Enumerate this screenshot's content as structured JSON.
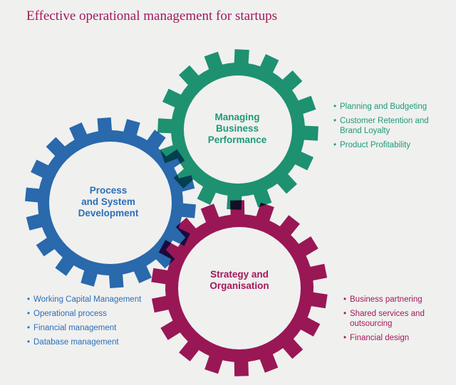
{
  "title": "Effective operational management for startups",
  "colors": {
    "blue": "#2b6fb8",
    "green": "#1f9a78",
    "magenta": "#a3185a"
  },
  "gears": {
    "business": {
      "label1": "Managing",
      "label2": "Business",
      "label3": "Performance",
      "items": [
        "Planning and Budgeting",
        "Customer Retention and Brand Loyalty",
        "Product Profitability"
      ]
    },
    "process": {
      "label1": "Process",
      "label2": "and System",
      "label3": "Development",
      "items": [
        "Working Capital Management",
        "Operational process",
        "Financial management",
        "Database management"
      ]
    },
    "strategy": {
      "label1": "Strategy and",
      "label2": "Organisation",
      "items": [
        "Business partnering",
        "Shared services and outsourcing",
        "Financial design"
      ]
    }
  }
}
